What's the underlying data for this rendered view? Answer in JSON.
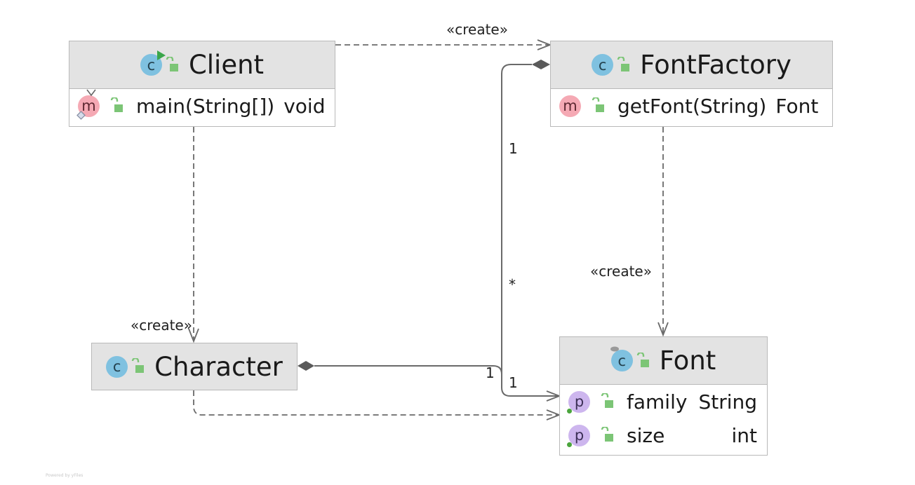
{
  "classes": {
    "client": {
      "name": "Client",
      "members": [
        {
          "kind": "method-icon",
          "name": "main(String[])",
          "type": "void"
        }
      ]
    },
    "font_factory": {
      "name": "FontFactory",
      "members": [
        {
          "kind": "method-icon",
          "name": "getFont(String)",
          "type": "Font"
        }
      ]
    },
    "character": {
      "name": "Character",
      "members": []
    },
    "font": {
      "name": "Font",
      "members": [
        {
          "kind": "property-icon",
          "name": "family",
          "type": "String"
        },
        {
          "kind": "property-icon",
          "name": "size",
          "type": "int"
        }
      ]
    }
  },
  "icons": {
    "class_letter": "c",
    "method_letter": "m",
    "property_letter": "p"
  },
  "relations": [
    {
      "from": "Client",
      "to": "FontFactory",
      "kind": "dependency",
      "label": "«create»"
    },
    {
      "from": "Client",
      "to": "Character",
      "kind": "dependency",
      "label": "«create»"
    },
    {
      "from": "FontFactory",
      "to": "Font",
      "kind": "dependency",
      "label": "«create»"
    },
    {
      "from": "FontFactory",
      "to": "Font",
      "kind": "composition",
      "source_multiplicity": "1",
      "target_multiplicity": "*"
    },
    {
      "from": "Character",
      "to": "Font",
      "kind": "composition",
      "source_multiplicity": "1",
      "target_multiplicity": "1"
    },
    {
      "from": "Character",
      "to": "Font",
      "kind": "dependency",
      "label": ""
    }
  ],
  "colors": {
    "header": "#e3e3e3",
    "border": "#b9b9b9",
    "class_icon": "#7fc1e0",
    "method_icon": "#f5a9b4",
    "property_icon": "#cdb6ee",
    "lock": "#7cc576",
    "edge": "#555555"
  },
  "watermark": "Powered by yFiles"
}
